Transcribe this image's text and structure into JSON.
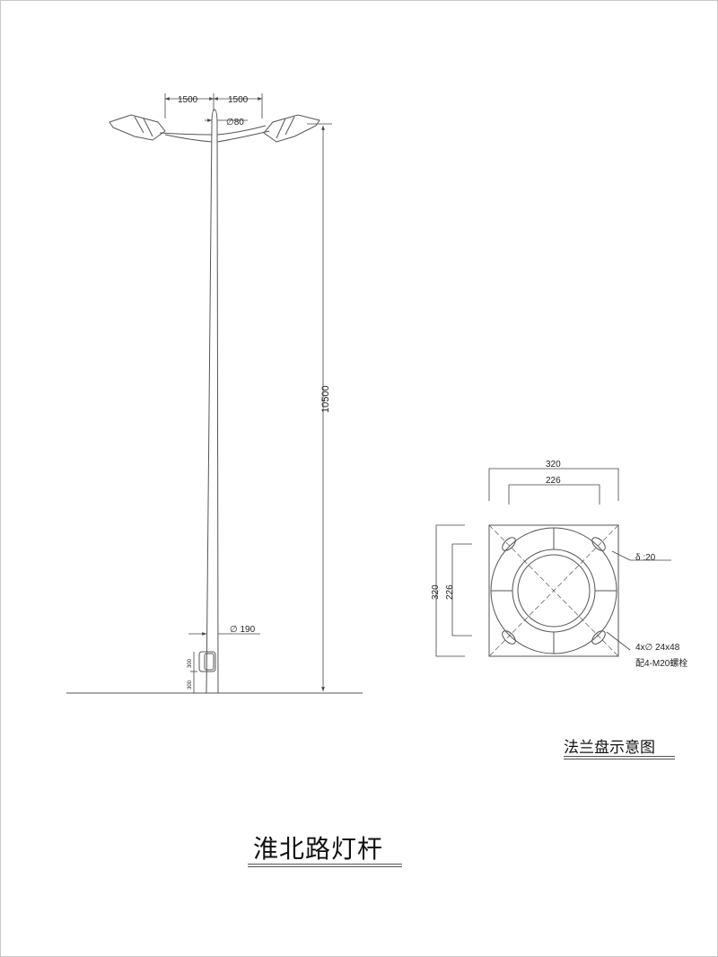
{
  "drawing": {
    "title": "淮北路灯杆",
    "flange_title": "法兰盘示意图"
  },
  "pole_dims": {
    "arm_left": "1500",
    "arm_right": "1500",
    "top_diameter": "∅80",
    "height": "10500",
    "base_diameter": "∅ 190",
    "door_upper": "300",
    "door_lower": "300"
  },
  "flange_dims": {
    "outer_width": "320",
    "bolt_spacing_width": "226",
    "outer_height": "320",
    "bolt_spacing_height": "226",
    "thickness": "δ :20",
    "holes": "4x∅ 24x48",
    "bolts": "配4-M20螺栓"
  },
  "colors": {
    "line": "#555555",
    "text": "#222222"
  }
}
